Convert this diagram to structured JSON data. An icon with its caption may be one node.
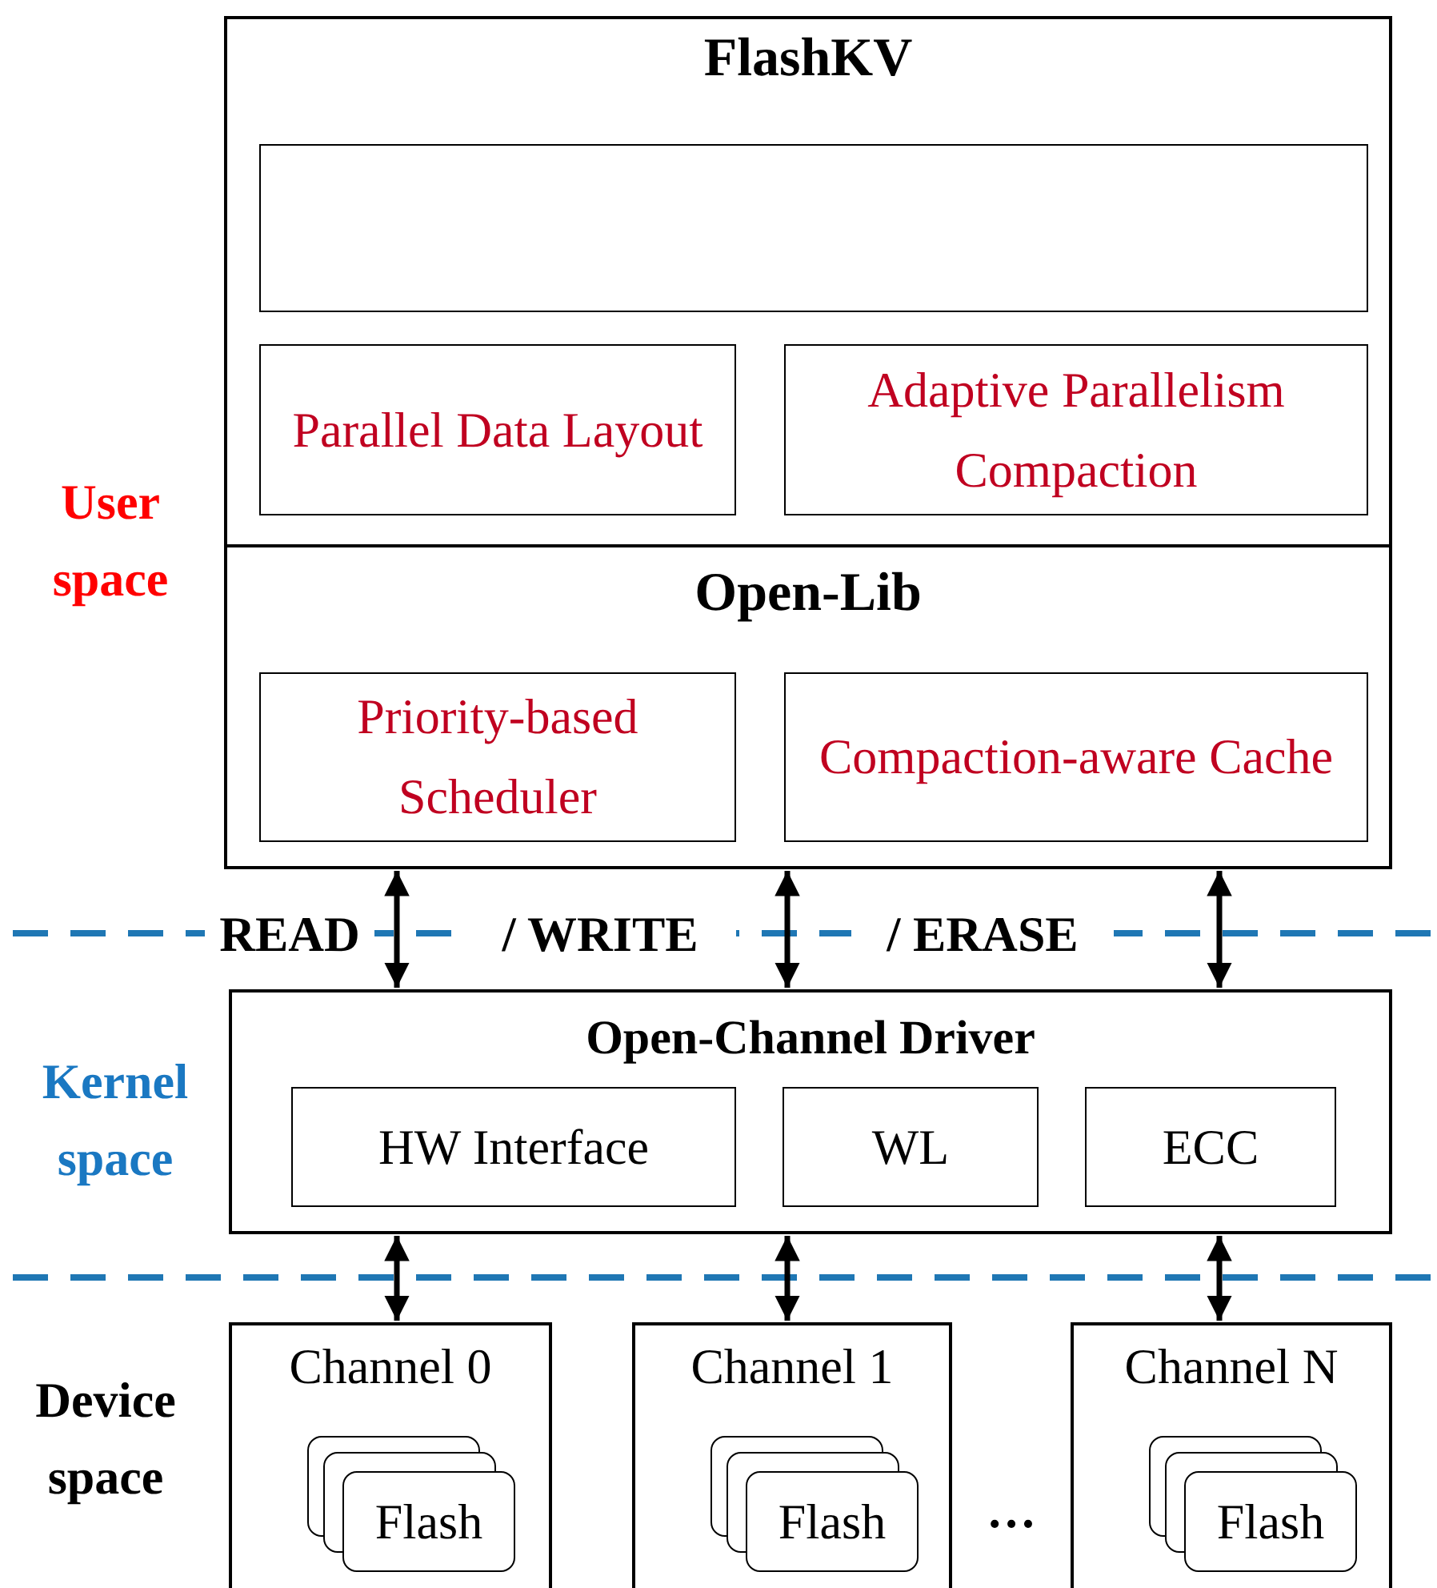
{
  "diagram": {
    "nodes": [
      {
        "text": [
          "FlashKV"
        ]
      },
      {
        "text": [],
        "shape": "box",
        "in": 0
      },
      {
        "text": [
          "Parallel Data Layout"
        ],
        "in": 0
      },
      {
        "text": [
          "Adaptive Parallelism Compaction"
        ],
        "in": 0
      },
      {
        "text": [
          "Open-Lib"
        ]
      },
      {
        "text": [
          "Priority-based Scheduler"
        ],
        "in": 4
      },
      {
        "text": [
          "Compaction-aware Cache"
        ],
        "in": 4
      },
      {
        "text": [
          "Open-Channel Driver"
        ]
      },
      {
        "text": [
          "HW Interface"
        ],
        "in": 7
      },
      {
        "text": [
          "WL"
        ],
        "in": 7
      },
      {
        "text": [
          "ECC"
        ],
        "in": 7
      },
      {
        "text": [
          "Channel 0"
        ]
      },
      {
        "text": [
          "Flash"
        ],
        "in": 11
      },
      {
        "text": [
          "Channel 1"
        ]
      },
      {
        "text": [
          "Flash"
        ],
        "in": 13
      },
      {
        "text": [
          "Channel N"
        ]
      },
      {
        "text": [
          "Flash"
        ],
        "in": 15
      }
    ],
    "edges": [
      {
        "from": 4,
        "to": 7,
        "arrow": "both"
      },
      {
        "from": 4,
        "to": 7,
        "arrow": "both"
      },
      {
        "from": 4,
        "to": 7,
        "arrow": "both"
      },
      {
        "from": 7,
        "to": 11,
        "arrow": "both"
      },
      {
        "from": 7,
        "to": 13,
        "arrow": "both"
      },
      {
        "from": 7,
        "to": 15,
        "arrow": "both"
      }
    ],
    "labels": [
      "User space",
      "READ",
      "/ WRITE",
      "/ ERASE",
      "Kernel space",
      "Device space",
      "…"
    ]
  }
}
